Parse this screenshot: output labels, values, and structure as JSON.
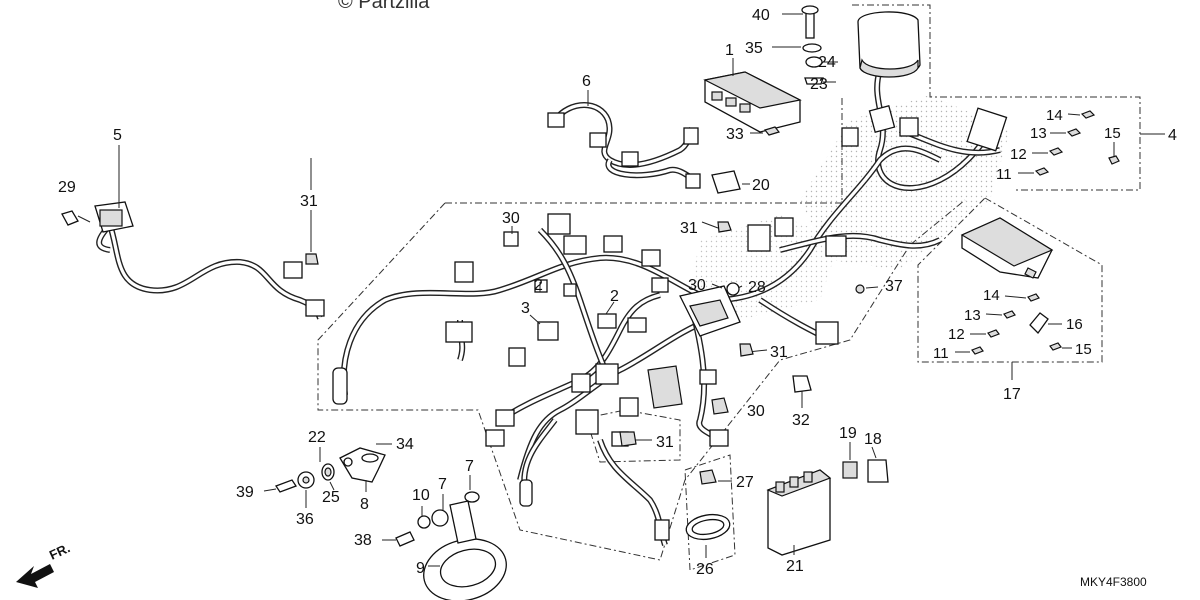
{
  "copyright": "© Partzilla",
  "diagram_code": "MKY4F3800",
  "direction_label": "FR.",
  "callouts": {
    "c1": "1",
    "c2a": "2",
    "c2b": "2",
    "c3": "3",
    "c4": "4",
    "c5": "5",
    "c6": "6",
    "c7a": "7",
    "c7b": "7",
    "c8": "8",
    "c9": "9",
    "c10": "10",
    "c11a": "11",
    "c11b": "11",
    "c12a": "12",
    "c12b": "12",
    "c13a": "13",
    "c13b": "13",
    "c14a": "14",
    "c14b": "14",
    "c15a": "15",
    "c15b": "15",
    "c16": "16",
    "c17": "17",
    "c18": "18",
    "c19": "19",
    "c20": "20",
    "c21": "21",
    "c22": "22",
    "c23": "23",
    "c24": "24",
    "c25": "25",
    "c26": "26",
    "c27": "27",
    "c28": "28",
    "c29": "29",
    "c30a": "30",
    "c30b": "30",
    "c30c": "30",
    "c31a": "31",
    "c31b": "31",
    "c31c": "31",
    "c31d": "31",
    "c32": "32",
    "c33": "33",
    "c34": "34",
    "c35": "35",
    "c36": "36",
    "c37": "37",
    "c38": "38",
    "c39": "39",
    "c40": "40"
  }
}
